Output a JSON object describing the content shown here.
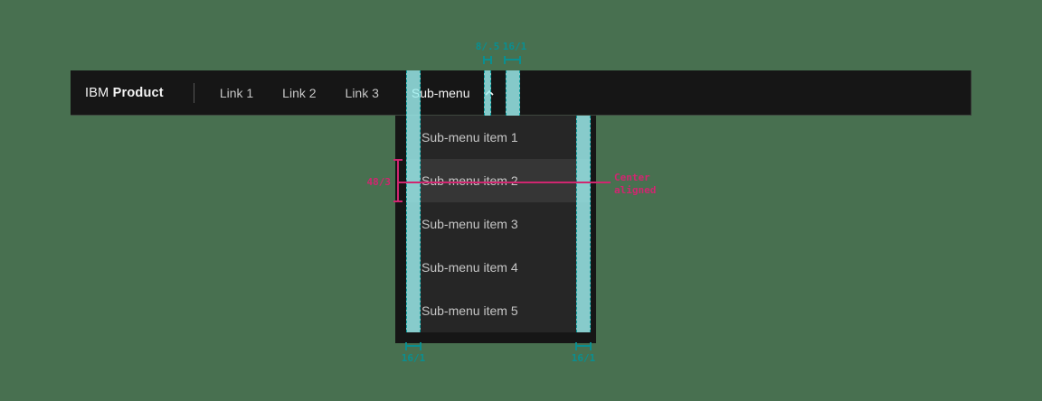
{
  "theme": {
    "canvas_bg": "#487050",
    "header_bg": "#161616",
    "header_border": "#3f473f",
    "menu_bg": "#161616",
    "row_bg": "#262626",
    "row_hover_bg": "#363636",
    "text_primary": "#f4f4f4",
    "text_secondary": "#c6c6c6",
    "teal_fill": "rgba(158,240,240,0.82)",
    "teal_line": "#0b9c9c",
    "teal_text": "#0a8f91",
    "pink": "#d02670",
    "divider": "#565656"
  },
  "header": {
    "brand_prefix": "IBM",
    "brand_name": "Product",
    "links": [
      {
        "label": "Link 1"
      },
      {
        "label": "Link 2"
      },
      {
        "label": "Link 3"
      }
    ],
    "submenu": {
      "label": "Sub-menu",
      "state": "expanded",
      "chevron_icon": "chevron-up"
    }
  },
  "menu": {
    "items": [
      {
        "label": "Sub-menu item 1"
      },
      {
        "label": "Sub-menu item 2",
        "state": "hover"
      },
      {
        "label": "Sub-menu item 3"
      },
      {
        "label": "Sub-menu item 4"
      },
      {
        "label": "Sub-menu item 5"
      }
    ]
  },
  "annotations": {
    "gap_label_small": "8/.5",
    "gap_label_chevron_padding": "16/1",
    "item_padding_left": "16/1",
    "item_padding_right": "16/1",
    "row_height": "48/3",
    "center_note": "Center\naligned"
  }
}
